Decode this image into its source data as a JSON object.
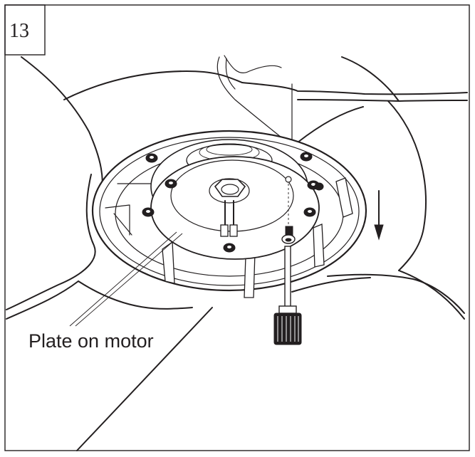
{
  "step_number": "13",
  "callout_label": "Plate on motor",
  "colors": {
    "ink": "#231f20",
    "background": "#ffffff"
  },
  "arrow_direction": "down"
}
